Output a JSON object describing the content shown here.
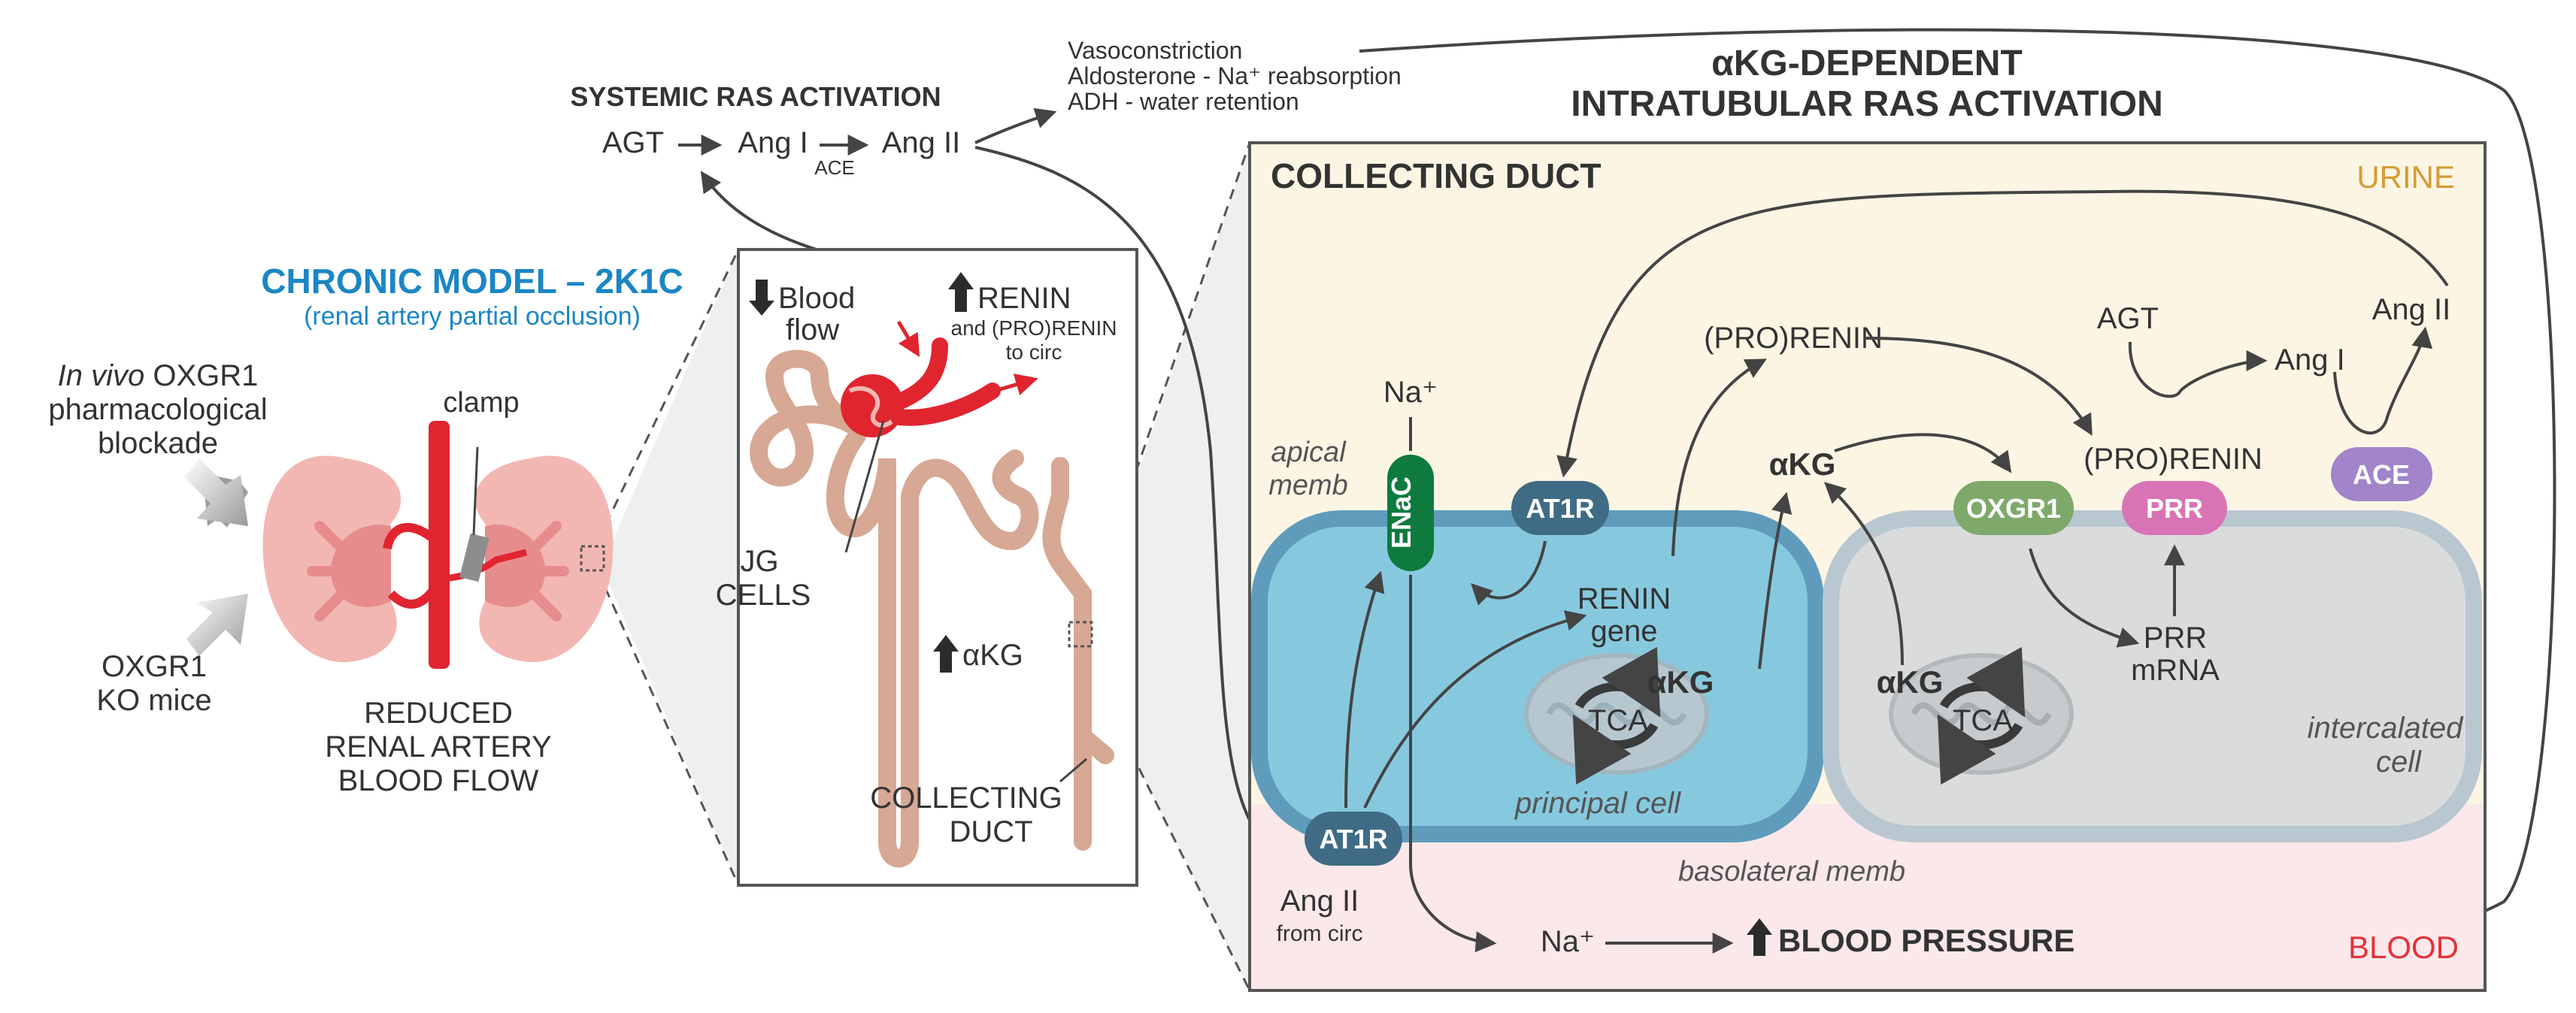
{
  "systemic": {
    "title": "SYSTEMIC RAS ACTIVATION",
    "agt": "AGT",
    "ang1": "Ang I",
    "ang2": "Ang II",
    "ace": "ACE"
  },
  "effects": {
    "line1": "Vasoconstriction",
    "line2": "Aldosterone - Na⁺ reabsorption",
    "line3": "ADH - water retention"
  },
  "intratubular": {
    "line1": "αKG-DEPENDENT",
    "line2": "INTRATUBULAR RAS ACTIVATION"
  },
  "left": {
    "title": "CHRONIC MODEL – 2K1C",
    "subtitle": "(renal artery partial occlusion)",
    "invivo_it": "In vivo",
    "invivo_rest": " OXGR1",
    "pharm": "pharmacological",
    "blockade": "blockade",
    "ko1": "OXGR1",
    "ko2": "KO mice",
    "clamp": "clamp",
    "reduced1": "REDUCED",
    "reduced2": "RENAL ARTERY",
    "reduced3": "BLOOD FLOW"
  },
  "nephron": {
    "blood": "Blood",
    "flow": "flow",
    "renin": "RENIN",
    "prorenin1": "and (PRO)RENIN",
    "prorenin2": "to circ",
    "jg1": "JG",
    "jg2": "CELLS",
    "akg": "αKG",
    "cd1": "COLLECTING",
    "cd2": "DUCT"
  },
  "duct": {
    "title": "COLLECTING DUCT",
    "urine": "URINE",
    "blood": "BLOOD",
    "na_top": "Na⁺",
    "apical1": "apical",
    "apical2": "memb",
    "enac": "ENaC",
    "at1r_top": "AT1R",
    "at1r_bottom": "AT1R",
    "renin_gene1": "RENIN",
    "renin_gene2": "gene",
    "prorenin_top": "(PRO)RENIN",
    "akg_mid": "αKG",
    "oxgr1": "OXGR1",
    "prorenin_prr": "(PRO)RENIN",
    "prr": "PRR",
    "agt": "AGT",
    "ang1": "Ang I",
    "ang2": "Ang II",
    "ace": "ACE",
    "tca1": "TCA",
    "tca2": "TCA",
    "akg_pc": "αKG",
    "akg_ic": "αKG",
    "prr_mrna1": "PRR",
    "prr_mrna2": "mRNA",
    "intercalated1": "intercalated",
    "intercalated2": "cell",
    "principal": "principal cell",
    "basolateral": "basolateral memb",
    "angii_circ1": "Ang II",
    "angii_circ2": "from circ",
    "na_bottom": "Na⁺",
    "bp": "BLOOD PRESSURE"
  },
  "colors": {
    "urine_bg": "#fdf5e4",
    "blood_bg": "#fbe8ea",
    "principal_cell": "#86c9df",
    "intercalated_cell": "#dadcdc",
    "kidney": "#f3b7b3",
    "artery": "#e0252f",
    "nephron": "#d7a894",
    "enac": "#0e7a3e",
    "at1r": "#3f6c84",
    "oxgr1": "#7ea96a",
    "prr": "#d874b5",
    "ace": "#a184c9",
    "urine_label": "#d39d32",
    "blood_label": "#e3323b",
    "title_blue": "#1b86c4"
  }
}
